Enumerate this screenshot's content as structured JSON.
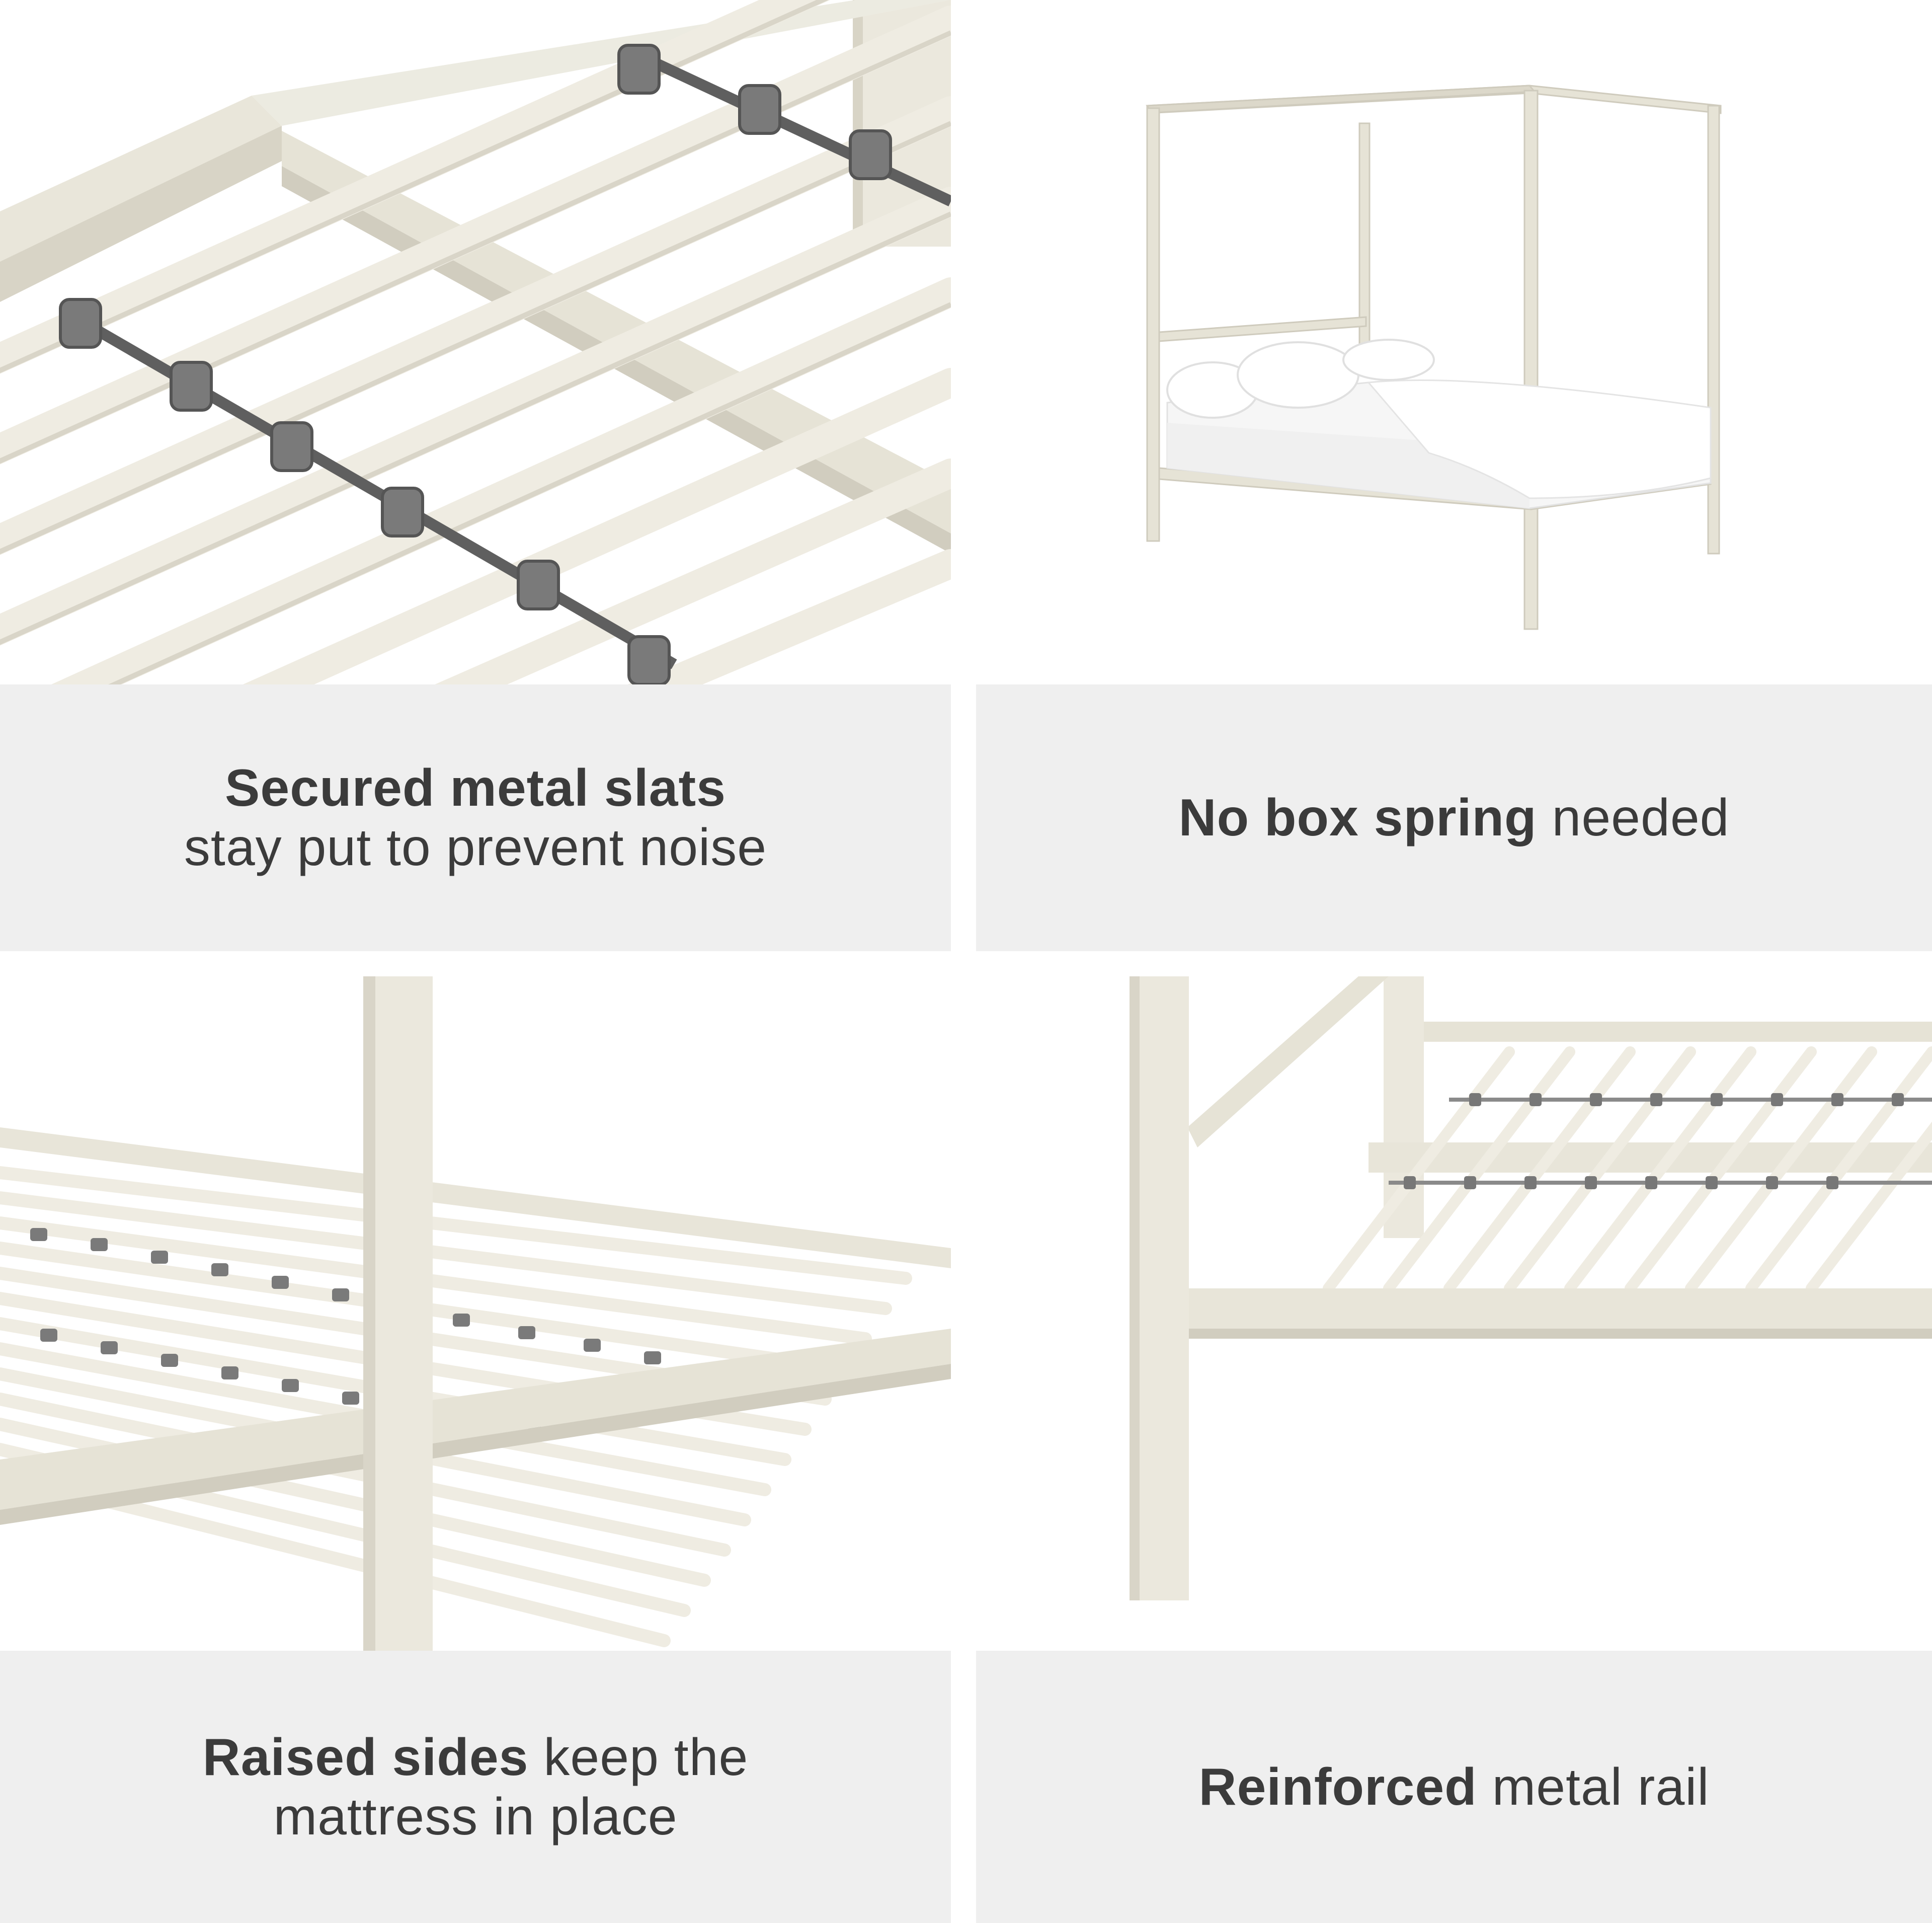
{
  "panels": [
    {
      "image_subject": "close-up-secured-slats",
      "caption": {
        "line1_bold": "Secured metal slats",
        "line1_rest": "",
        "line2": "stay put to prevent noise"
      }
    },
    {
      "image_subject": "canopy-bed-overview",
      "caption": {
        "line1_bold": "No box spring",
        "line1_rest": " needed",
        "line2": ""
      }
    },
    {
      "image_subject": "raised-sides-corner",
      "caption": {
        "line1_bold": "Raised sides",
        "line1_rest": " keep the",
        "line2": "mattress in place"
      }
    },
    {
      "image_subject": "reinforced-rail-corner",
      "caption": {
        "line1_bold": "Reinforced",
        "line1_rest": " metal rail",
        "line2": ""
      }
    }
  ],
  "colors": {
    "caption_bg": "#efefef",
    "caption_text": "#3b3b3b",
    "frame": "#e9e6da",
    "frame_shade": "#d6d2c4",
    "connector": "#6b6b6b",
    "bedding": "#fafafa"
  }
}
